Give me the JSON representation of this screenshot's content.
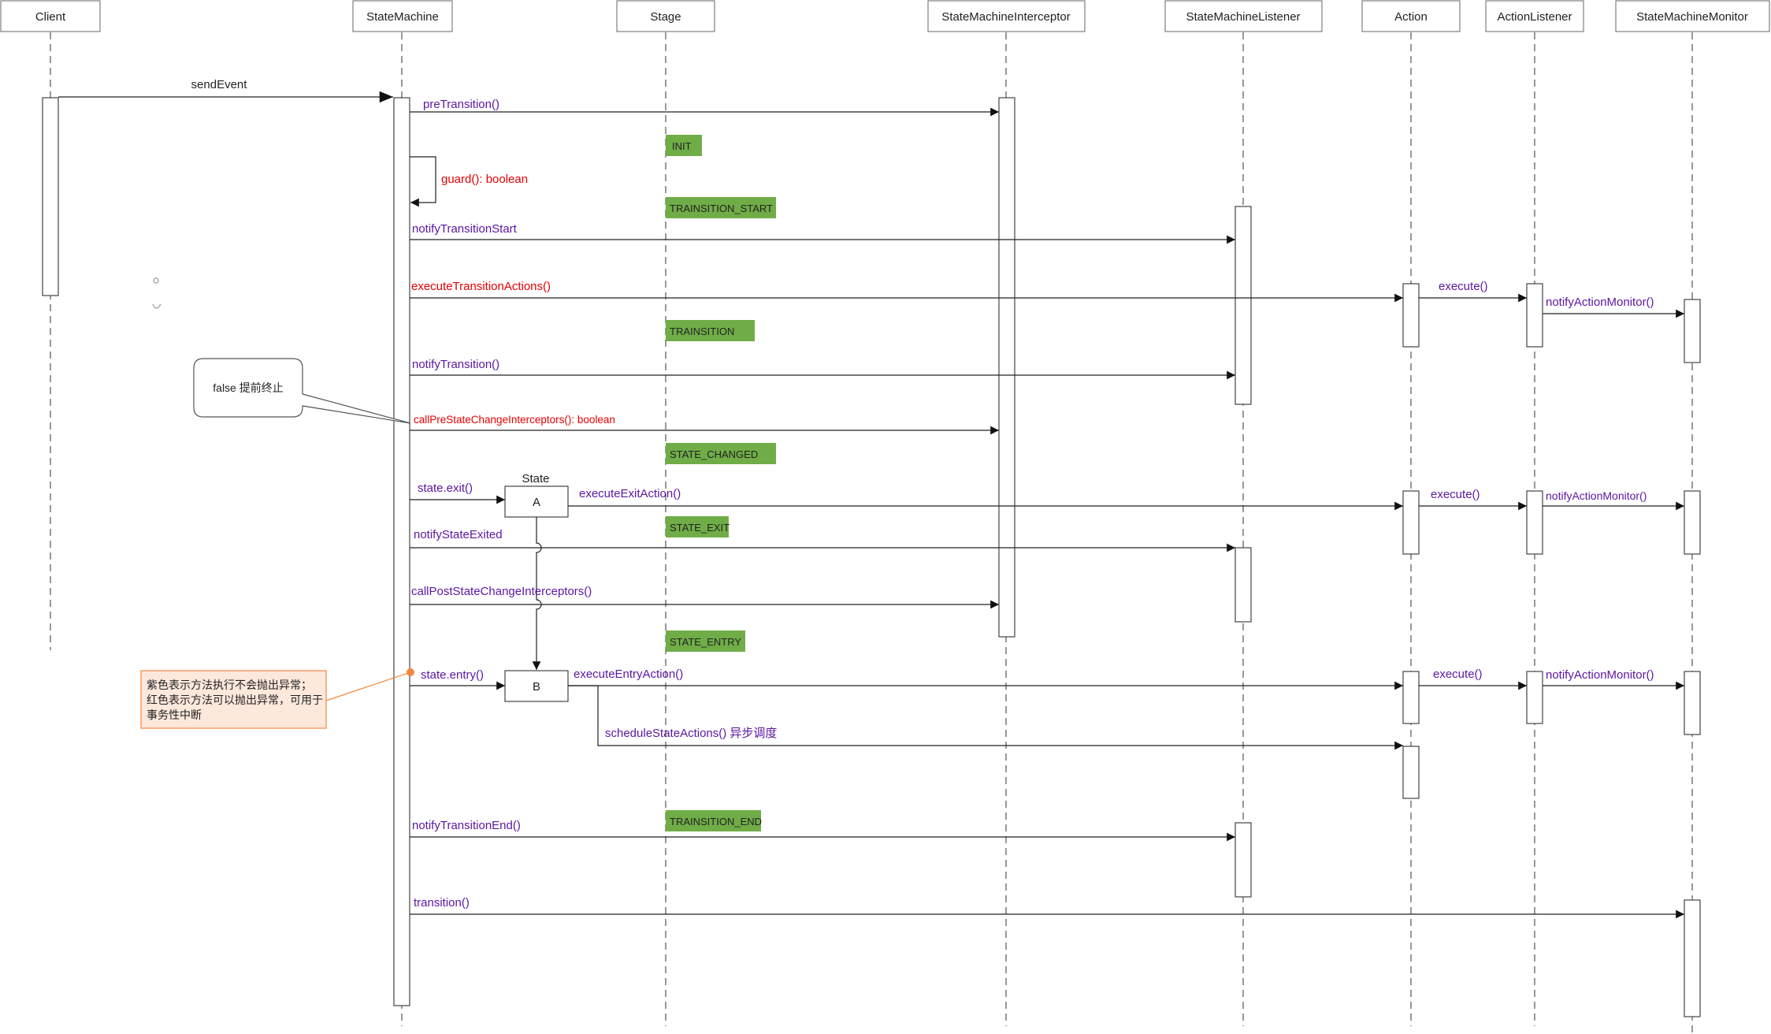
{
  "participants": [
    {
      "id": "client",
      "label": "Client"
    },
    {
      "id": "statemachine",
      "label": "StateMachine"
    },
    {
      "id": "stage",
      "label": "Stage"
    },
    {
      "id": "interceptor",
      "label": "StateMachineInterceptor"
    },
    {
      "id": "listener",
      "label": "StateMachineListener"
    },
    {
      "id": "action",
      "label": "Action"
    },
    {
      "id": "actionlistener",
      "label": "ActionListener"
    },
    {
      "id": "monitor",
      "label": "StateMachineMonitor"
    }
  ],
  "stages": [
    {
      "id": "init",
      "label": "INIT"
    },
    {
      "id": "transition-start",
      "label": "TRAINSITION_START"
    },
    {
      "id": "transition",
      "label": "TRAINSITION"
    },
    {
      "id": "state-changed",
      "label": "STATE_CHANGED"
    },
    {
      "id": "state-exit",
      "label": "STATE_EXIT"
    },
    {
      "id": "state-entry",
      "label": "STATE_ENTRY"
    },
    {
      "id": "transition-end",
      "label": "TRAINSITION_END"
    }
  ],
  "messages": [
    {
      "id": "send-event",
      "label": "sendEvent",
      "color": "#222222"
    },
    {
      "id": "pre-transition",
      "label": "preTransition()",
      "color": "#5b16a3"
    },
    {
      "id": "guard",
      "label": "guard(): boolean",
      "color": "#e60000"
    },
    {
      "id": "notify-transition-start",
      "label": "notifyTransitionStart",
      "color": "#5b16a3"
    },
    {
      "id": "execute-transition-actions",
      "label": "executeTransitionActions()",
      "color": "#e60000"
    },
    {
      "id": "execute-1",
      "label": "execute()",
      "color": "#5b16a3"
    },
    {
      "id": "notify-action-monitor-1",
      "label": "notifyActionMonitor()",
      "color": "#5b16a3"
    },
    {
      "id": "notify-transition",
      "label": "notifyTransition()",
      "color": "#5b16a3"
    },
    {
      "id": "call-pre-state-change",
      "label": "callPreStateChangeInterceptors(): boolean",
      "color": "#e60000"
    },
    {
      "id": "state-exit-call",
      "label": "state.exit()",
      "color": "#5b16a3"
    },
    {
      "id": "execute-exit-action",
      "label": "executeExitAction()",
      "color": "#5b16a3"
    },
    {
      "id": "execute-2",
      "label": "execute()",
      "color": "#5b16a3"
    },
    {
      "id": "notify-action-monitor-2",
      "label": "notifyActionMonitor()",
      "color": "#5b16a3"
    },
    {
      "id": "notify-state-exited",
      "label": "notifyStateExited",
      "color": "#5b16a3"
    },
    {
      "id": "call-post-state-change",
      "label": "callPostStateChangeInterceptors()",
      "color": "#5b16a3"
    },
    {
      "id": "state-entry-call",
      "label": "state.entry()",
      "color": "#5b16a3"
    },
    {
      "id": "execute-entry-action",
      "label": "executeEntryAction()",
      "color": "#5b16a3"
    },
    {
      "id": "execute-3",
      "label": "execute()",
      "color": "#5b16a3"
    },
    {
      "id": "notify-action-monitor-3",
      "label": "notifyActionMonitor()",
      "color": "#5b16a3"
    },
    {
      "id": "schedule-state-actions",
      "label": "scheduleStateActions() 异步调度",
      "color": "#5b16a3"
    },
    {
      "id": "notify-transition-end",
      "label": "notifyTransitionEnd()",
      "color": "#5b16a3"
    },
    {
      "id": "transition-call",
      "label": "transition()",
      "color": "#5b16a3"
    }
  ],
  "state_group": {
    "label": "State",
    "state_a": "A",
    "state_b": "B"
  },
  "callouts": {
    "false_note": "false 提前终止",
    "legend_lines": [
      "紫色表示方法执行不会抛出异常；",
      "红色表示方法可以抛出异常，可用于",
      "事务性中断"
    ]
  },
  "colors": {
    "purple": "#5b16a3",
    "red": "#e60000",
    "stage_green": "#70ad47",
    "legend_border": "#f4883f",
    "legend_fill": "#fde8dc",
    "lifeline": "#555555"
  }
}
